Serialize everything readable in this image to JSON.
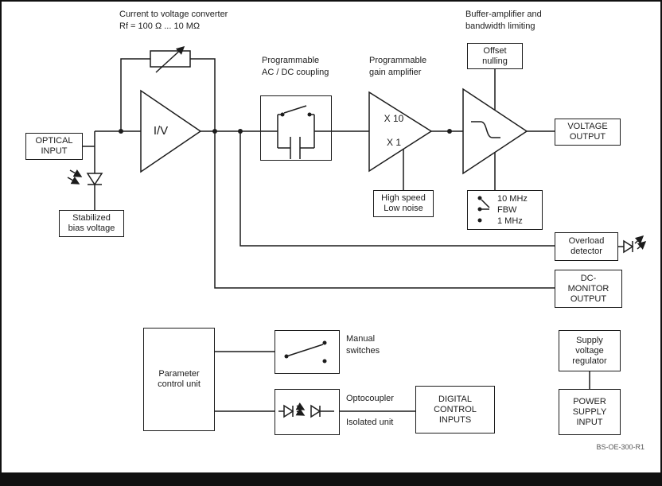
{
  "figure": {
    "part_number": "BS-OE-300-R1"
  },
  "annotations": {
    "converter": "Current to voltage converter\nRf = 100 Ω ... 10 MΩ",
    "coupling": "Programmable\nAC / DC coupling",
    "gain": "Programmable\ngain amplifier",
    "buffer": "Buffer-amplifier and\nbandwidth limiting",
    "manual_switches": "Manual\nswitches",
    "optocoupler": "Optocoupler",
    "isolated_unit": "Isolated unit"
  },
  "blocks": {
    "optical_input": "OPTICAL\nINPUT",
    "stabilized_bias": "Stabilized\nbias voltage",
    "high_speed": "High speed\nLow noise",
    "offset_nulling": "Offset\nnulling",
    "voltage_output": "VOLTAGE\nOUTPUT",
    "overload_detector": "Overload\ndetector",
    "dc_monitor": "DC-\nMONITOR\nOUTPUT",
    "parameter_control": "Parameter\ncontrol unit",
    "digital_control": "DIGITAL\nCONTROL\nINPUTS",
    "supply_regulator": "Supply\nvoltage\nregulator",
    "power_supply": "POWER\nSUPPLY\nINPUT"
  },
  "amplifiers": {
    "iv_label": "I/V",
    "gain_x10": "X 10",
    "gain_x1": "X 1"
  },
  "bandwidth_switch": {
    "options": "10 MHz\nFBW\n1 MHz"
  },
  "colors": {
    "line": "#1c1c1c",
    "text": "#1c1c1c",
    "frame": "#111111",
    "background": "#ffffff"
  }
}
